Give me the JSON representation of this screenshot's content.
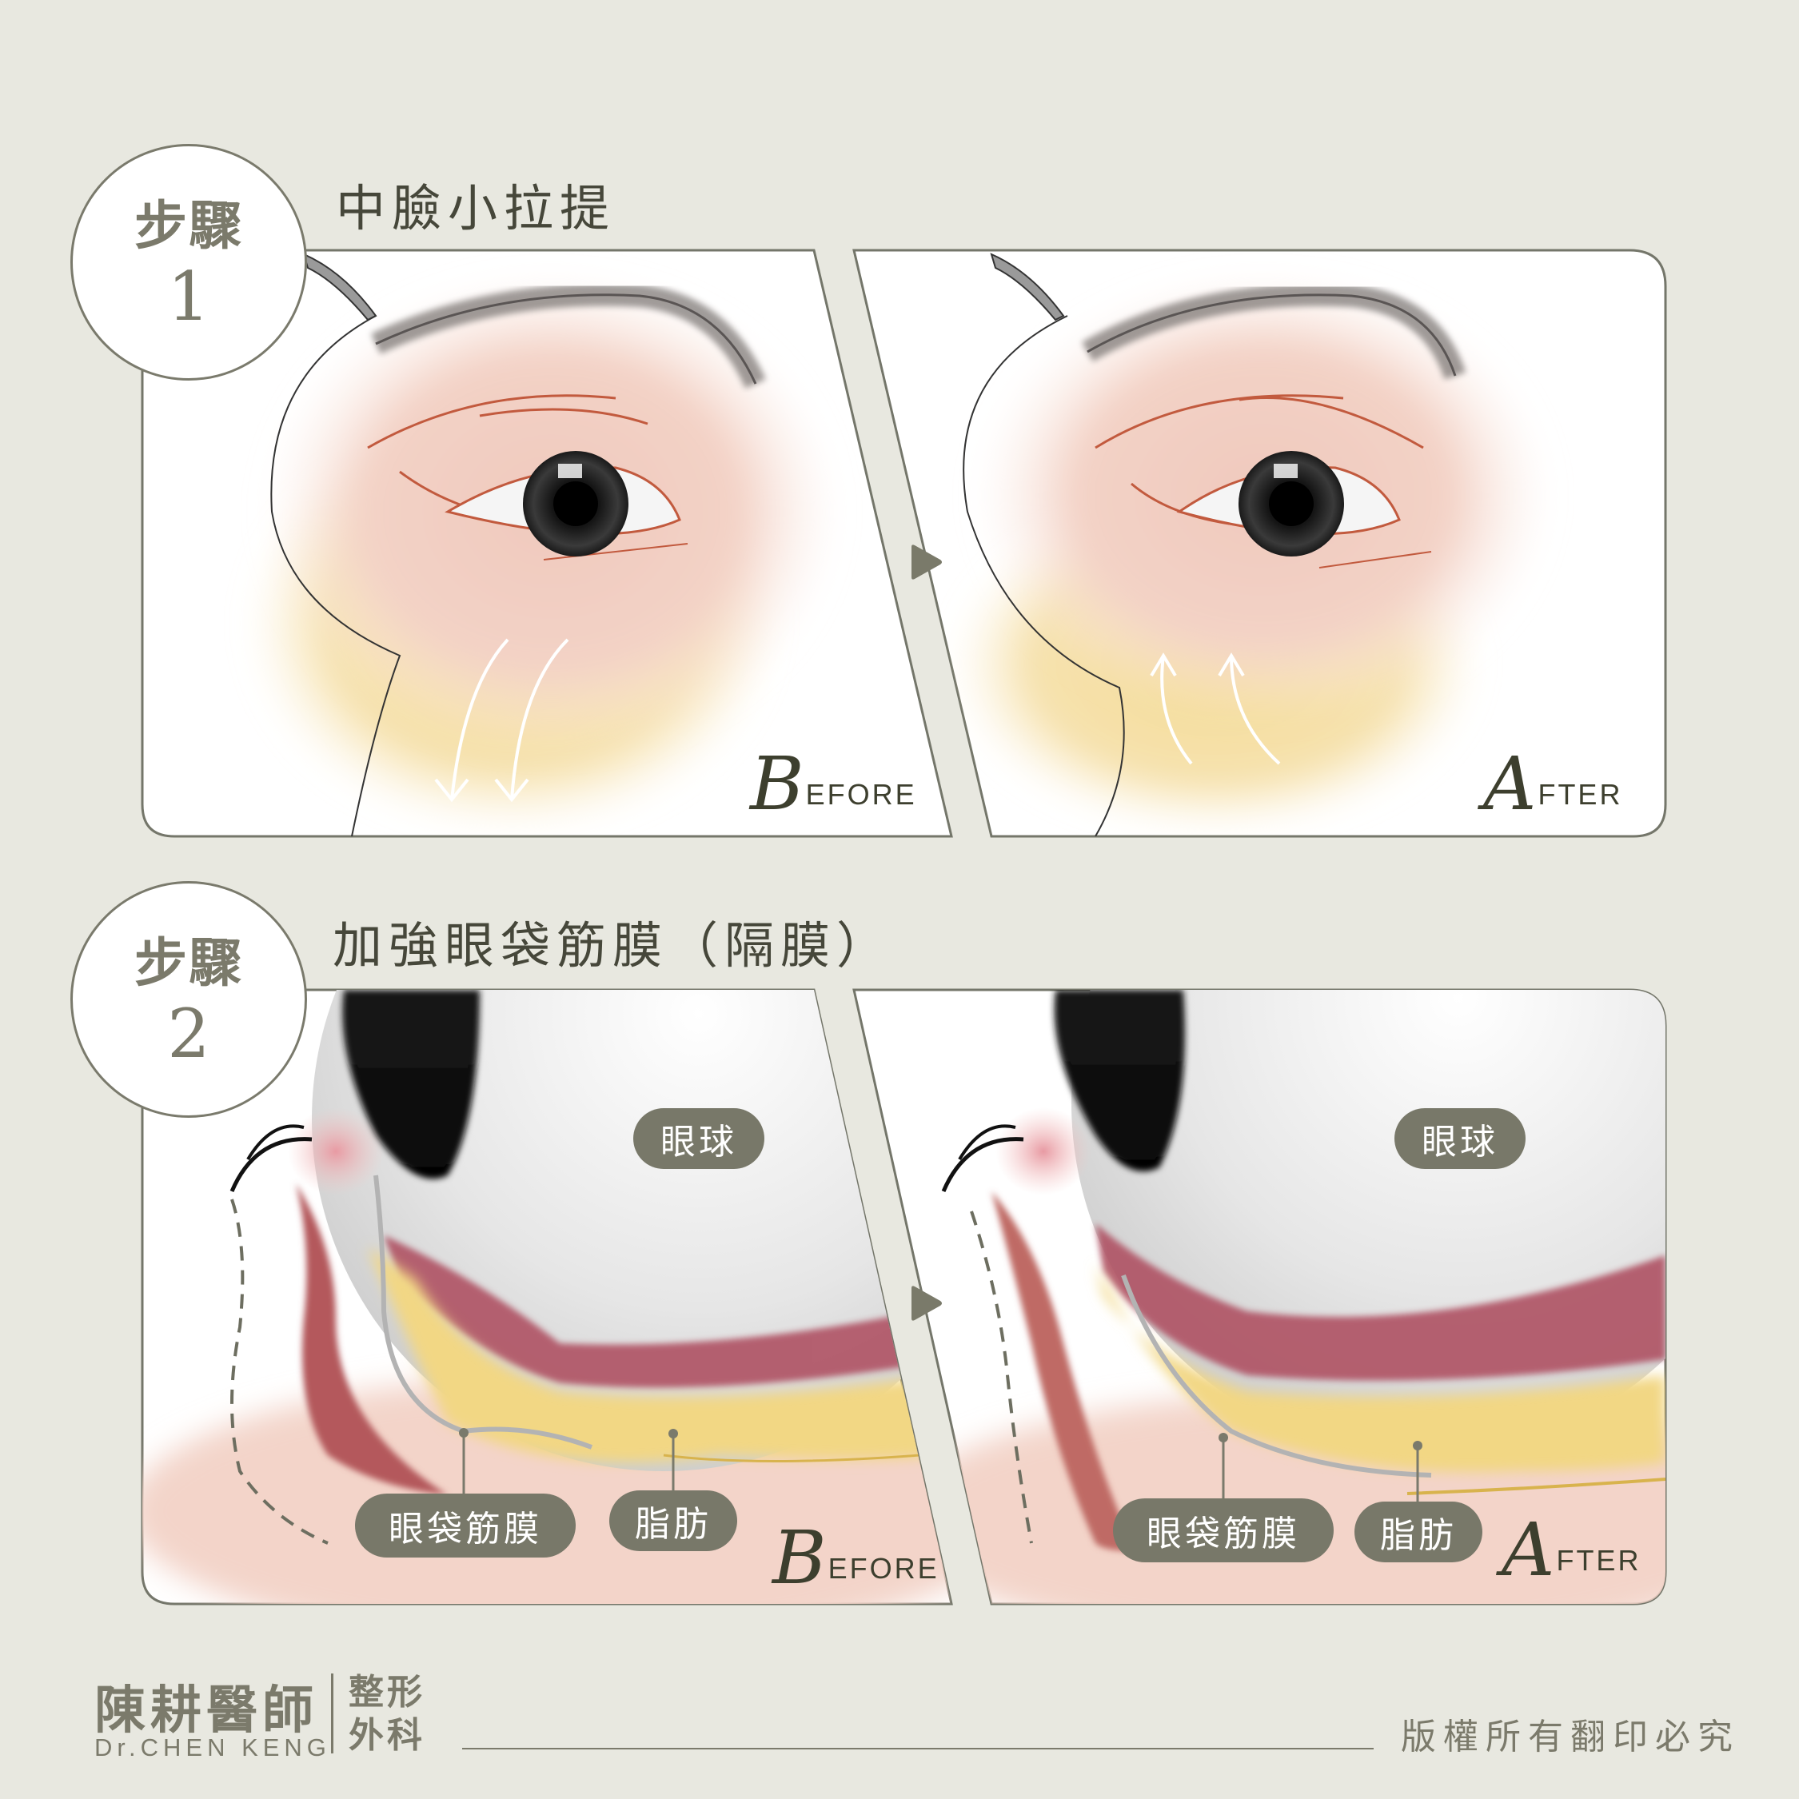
{
  "steps": [
    {
      "label": "步驟",
      "number": "1",
      "title": "中臉小拉提",
      "before_tag": {
        "cap": "B",
        "rest": "EFORE"
      },
      "after_tag": {
        "cap": "A",
        "rest": "FTER"
      },
      "before_arrows": "down",
      "after_arrows": "up"
    },
    {
      "label": "步驟",
      "number": "2",
      "title": "加強眼袋筋膜（隔膜）",
      "before_tag": {
        "cap": "B",
        "rest": "EFORE"
      },
      "after_tag": {
        "cap": "A",
        "rest": "FTER"
      },
      "labels": {
        "eyeball": "眼球",
        "septum": "眼袋筋膜",
        "fat": "脂肪"
      }
    }
  ],
  "footer": {
    "doctor_name": "陳耕醫師",
    "doctor_name_en": "Dr.CHEN KENG",
    "department_line1": "整形",
    "department_line2": "外科",
    "copyright": "版權所有翻印必究"
  },
  "colors": {
    "background": "#e8e8e0",
    "accent": "#7b7a6b",
    "title": "#46473a",
    "pill": "#787869",
    "skin": "#f2cbbd",
    "fat": "#f2d784",
    "muscle": "#b05466"
  }
}
